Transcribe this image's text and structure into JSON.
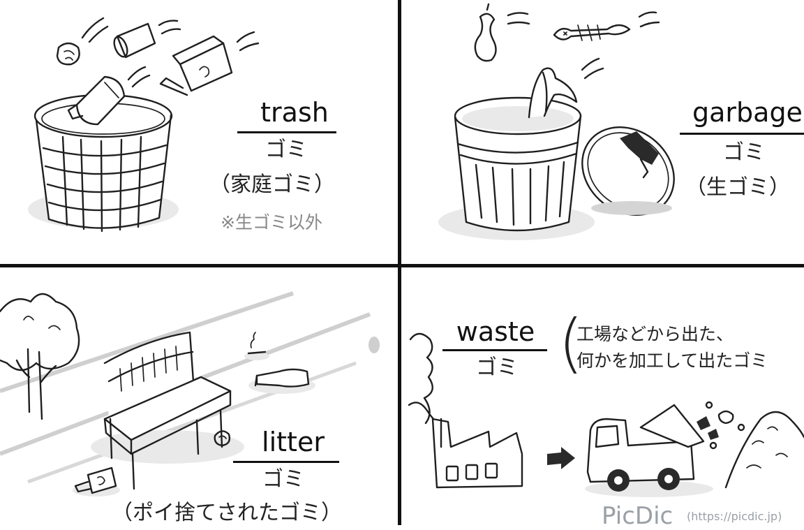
{
  "panels": {
    "trash": {
      "word": "trash",
      "jp": "ゴミ",
      "jp_sub": "（家庭ゴミ）",
      "note": "※生ゴミ以外"
    },
    "garbage": {
      "word": "garbage",
      "jp": "ゴミ",
      "jp_sub": "（生ゴミ）"
    },
    "litter": {
      "word": "litter",
      "jp": "ゴミ",
      "jp_sub": "（ポイ捨てされたゴミ）"
    },
    "waste": {
      "word": "waste",
      "jp": "ゴミ",
      "note_line1": "工場などから出た、",
      "note_line2": "何かを加工して出たゴミ"
    }
  },
  "brand": {
    "name": "PicDic",
    "url": "(https://picdic.jp)"
  },
  "colors": {
    "ink": "#1f1f1f",
    "shade": "#e9e9e9",
    "brand": "#9aa0a6"
  },
  "icons": [
    "trash-can-icon",
    "garbage-can-icon",
    "park-bench-icon",
    "tree-icon",
    "factory-icon",
    "dump-truck-icon",
    "arrow-right-icon",
    "waste-pile-icon"
  ]
}
